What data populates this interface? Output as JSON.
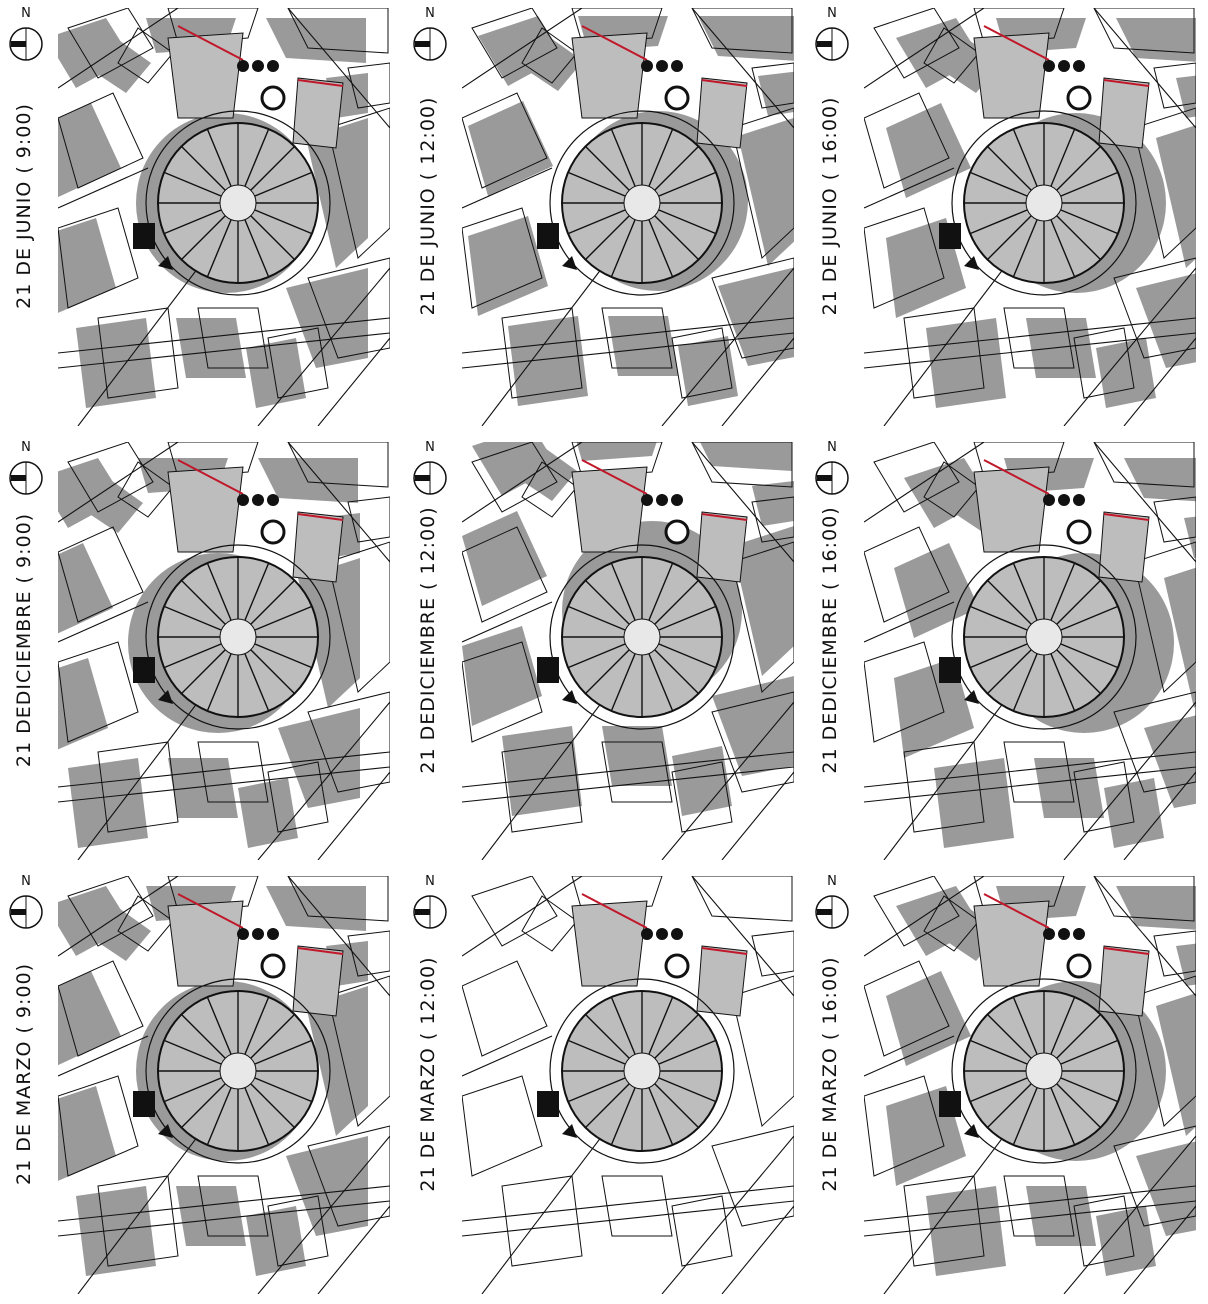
{
  "north_label": "N",
  "colors": {
    "shadow": "#9a9a9a",
    "roof": "#bdbdbd",
    "line": "#111111",
    "accent": "#c0182a"
  },
  "panels": [
    {
      "label": "21 DE JUNIO  (  9:00)",
      "shadow": "west"
    },
    {
      "label": "21 DE JUNIO  (  12:00)",
      "shadow": "short"
    },
    {
      "label": "21 DE JUNIO  (  16:00)",
      "shadow": "east"
    },
    {
      "label": "21 DEDICIEMBRE  (  9:00)",
      "shadow": "west-long"
    },
    {
      "label": "21 DEDICIEMBRE  (  12:00)",
      "shadow": "north"
    },
    {
      "label": "21 DEDICIEMBRE  (  16:00)",
      "shadow": "east-long"
    },
    {
      "label": "21 DE MARZO  (  9:00)",
      "shadow": "west"
    },
    {
      "label": "21 DE MARZO  (  12:00)",
      "shadow": "none"
    },
    {
      "label": "21 DE MARZO  (  16:00)",
      "shadow": "east"
    }
  ]
}
